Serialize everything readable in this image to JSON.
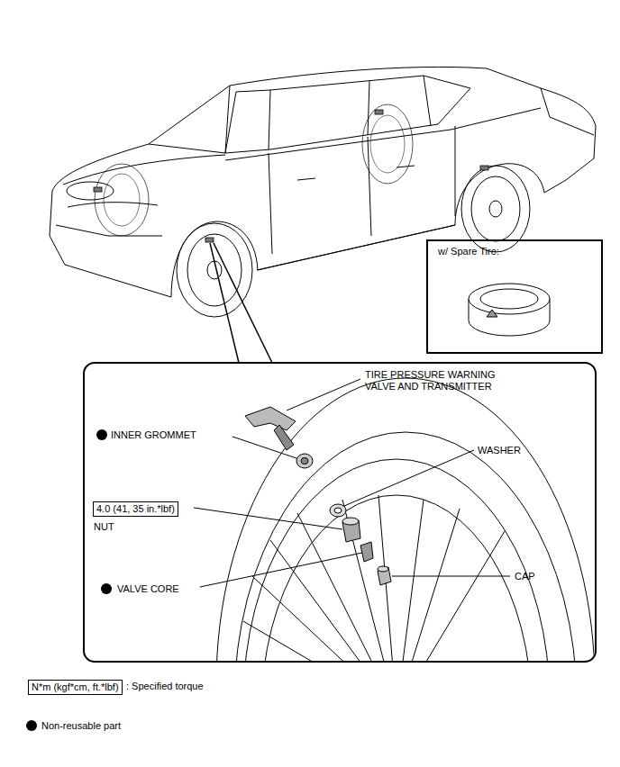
{
  "diagram": {
    "nodes": [
      {
        "text": [
          "w/ Spare Tire:"
        ]
      },
      {
        "text": [
          "4.0 (41, 35 in.*lbf)"
        ]
      },
      {
        "text": [
          "N*m (kgf*cm, ft.*lbf)"
        ]
      }
    ],
    "labels": [
      "TIRE PRESSURE WARNING VALVE AND TRANSMITTER",
      "INNER GROMMET",
      "WASHER",
      "NUT",
      "VALVE CORE",
      "CAP"
    ],
    "legend": [
      {
        "text": ": Specified torque"
      },
      {
        "text": "Non-reusable part"
      }
    ]
  }
}
